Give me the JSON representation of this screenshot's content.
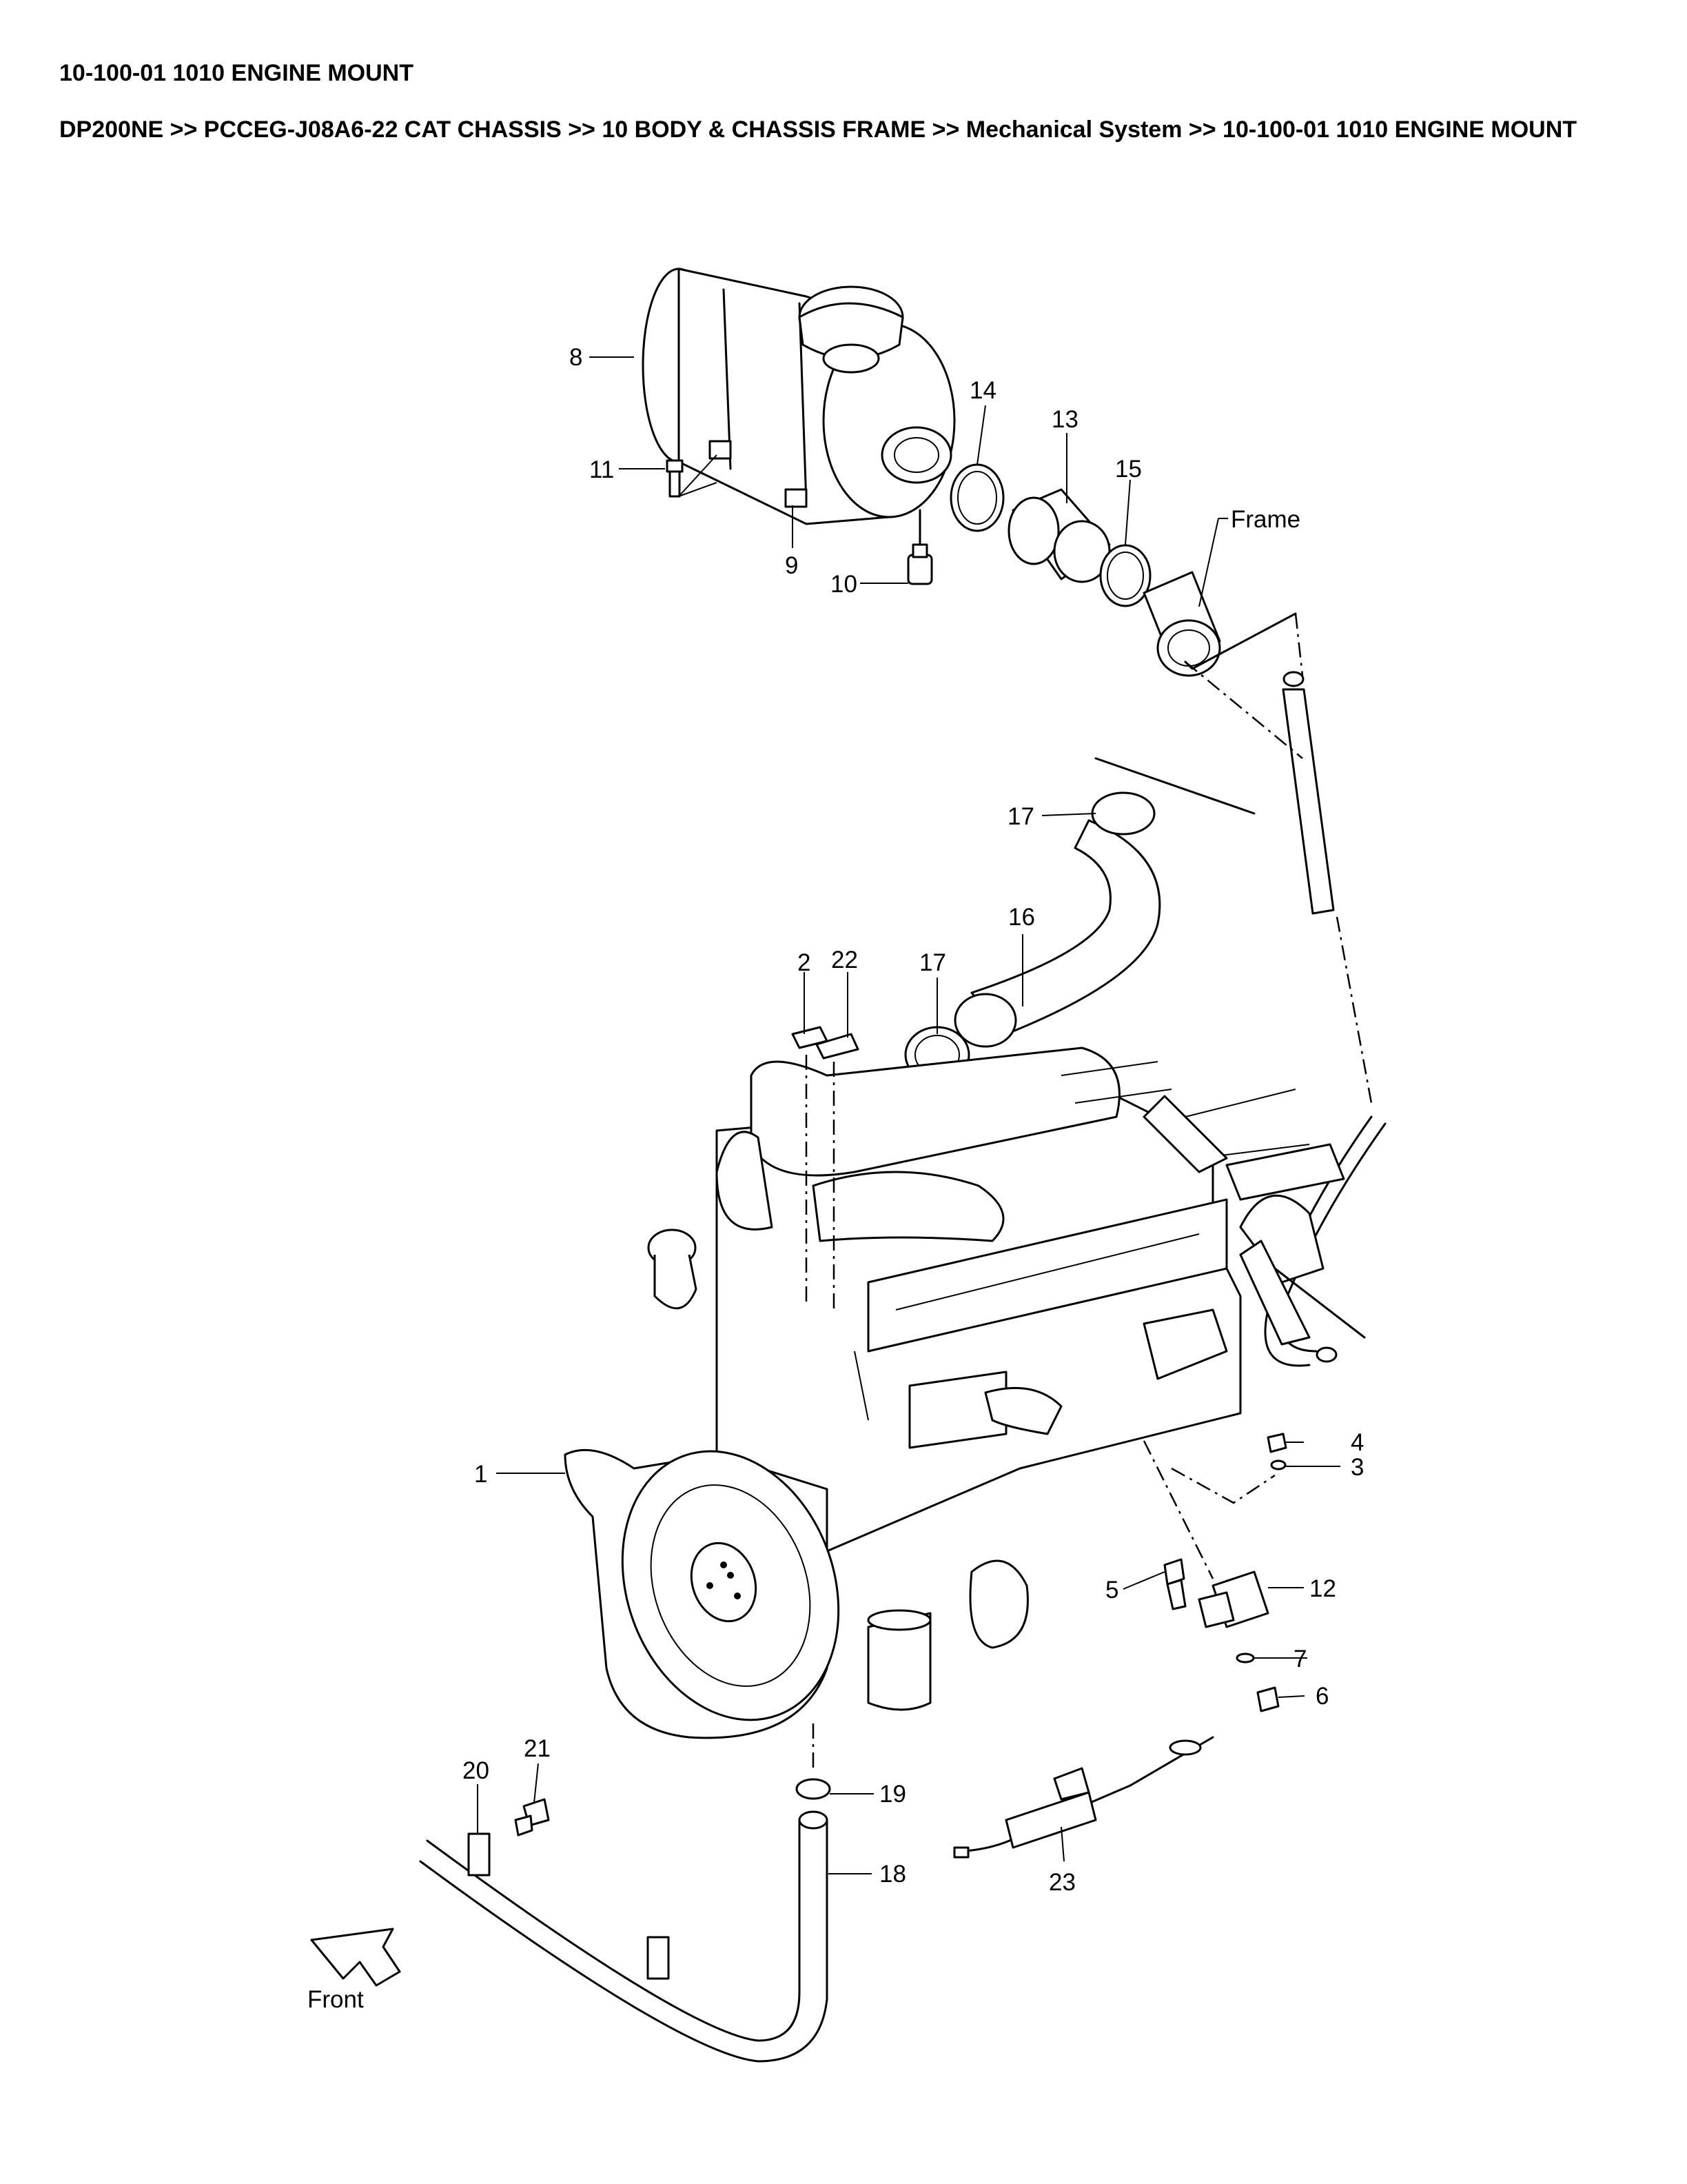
{
  "header": {
    "title": "10-100-01 1010 ENGINE MOUNT",
    "breadcrumb": "DP200NE >> PCCEG-J08A6-22 CAT CHASSIS >> 10 BODY & CHASSIS FRAME >> Mechanical System >> 10-100-01 1010 ENGINE MOUNT"
  },
  "diagram": {
    "labels": {
      "p1": "1",
      "p2": "2",
      "p3": "3",
      "p4": "4",
      "p5": "5",
      "p6": "6",
      "p7": "7",
      "p8": "8",
      "p9": "9",
      "p10": "10",
      "p11": "11",
      "p12": "12",
      "p13": "13",
      "p14": "14",
      "p15": "15",
      "p16": "16",
      "p17a": "17",
      "p17b": "17",
      "p18": "18",
      "p19": "19",
      "p20": "20",
      "p21": "21",
      "p22": "22",
      "p23": "23",
      "frame": "Frame",
      "front": "Front"
    }
  }
}
